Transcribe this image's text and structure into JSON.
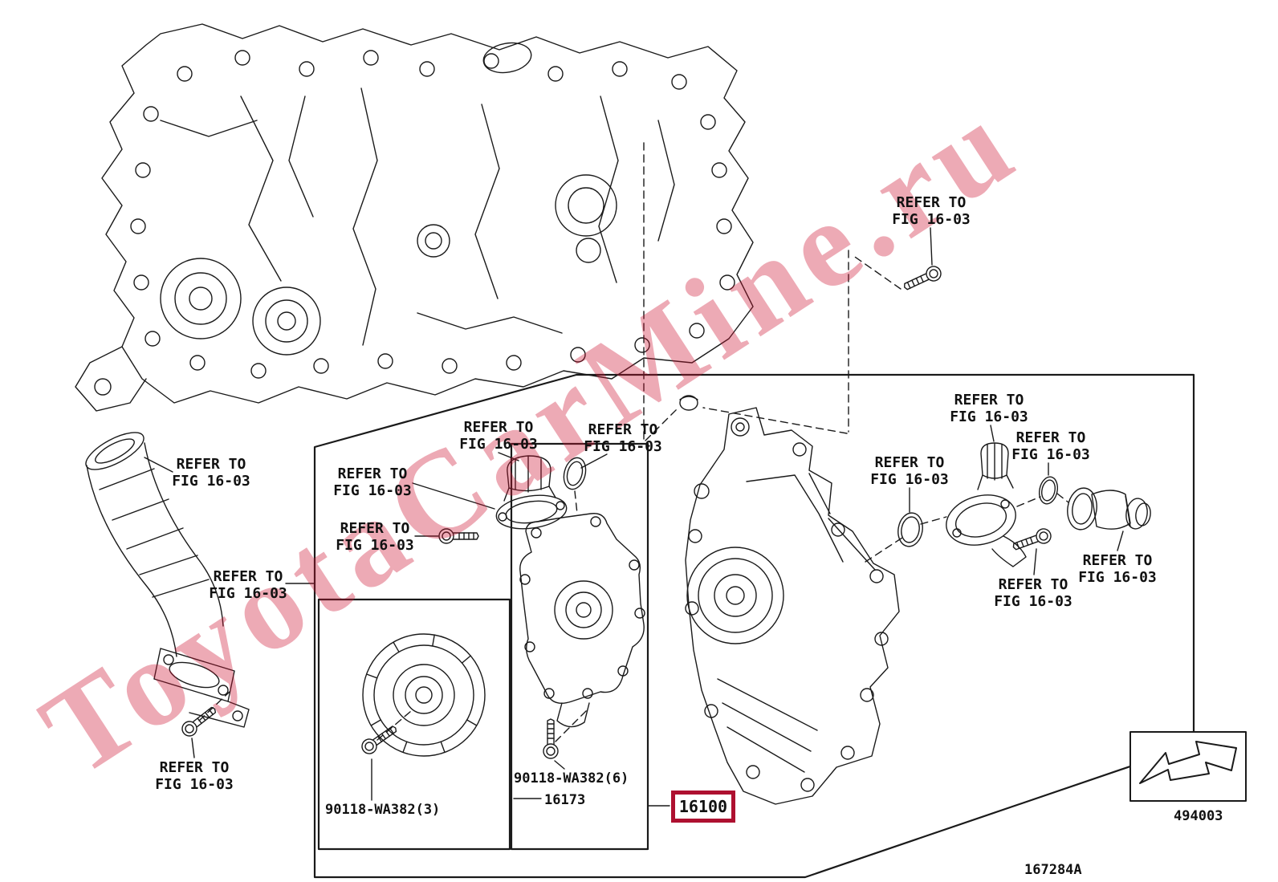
{
  "refer_labels": [
    {
      "line1": "REFER TO",
      "line2": "FIG 16-03"
    },
    {
      "line1": "REFER TO",
      "line2": "FIG 16-03"
    },
    {
      "line1": "REFER TO",
      "line2": "FIG 16-03"
    },
    {
      "line1": "REFER TO",
      "line2": "FIG 16-03"
    },
    {
      "line1": "REFER TO",
      "line2": "FIG 16-03"
    },
    {
      "line1": "REFER TO",
      "line2": "FIG 16-03"
    },
    {
      "line1": "REFER TO",
      "line2": "FIG 16-03"
    },
    {
      "line1": "REFER TO",
      "line2": "FIG 16-03"
    },
    {
      "line1": "REFER TO",
      "line2": "FIG 16-03"
    },
    {
      "line1": "REFER TO",
      "line2": "FIG 16-03"
    },
    {
      "line1": "REFER TO",
      "line2": "FIG 16-03"
    },
    {
      "line1": "REFER TO",
      "line2": "FIG 16-03"
    },
    {
      "line1": "REFER TO",
      "line2": "FIG 16-03"
    }
  ],
  "part_labels": {
    "bolt3": "90118-WA382(3)",
    "bolt6": "90118-WA382(6)",
    "pump_sub": "16173",
    "pump_assy": "16100",
    "arrow_code": "494003",
    "figure_code": "167284A"
  },
  "watermark": {
    "text": "ToyotaCarMine.ru"
  },
  "colors": {
    "line": "#1a1a1a",
    "highlight": "#ae1030",
    "watermark_red": "#cd1432"
  }
}
